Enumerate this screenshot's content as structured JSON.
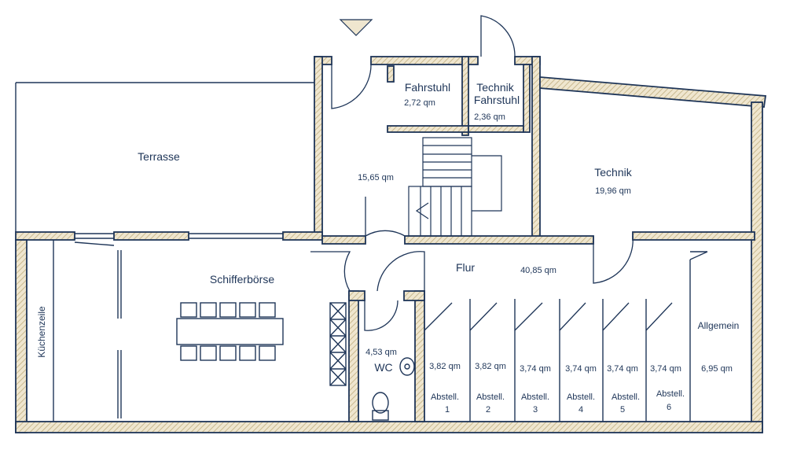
{
  "rooms": {
    "terrasse": {
      "name": "Terrasse"
    },
    "fahrstuhl": {
      "name": "Fahrstuhl",
      "area": "2,72 qm"
    },
    "technik_fahrstuhl": {
      "name_line1": "Technik",
      "name_line2": "Fahrstuhl",
      "area": "2,36 qm"
    },
    "treppenhaus": {
      "area": "15,65 qm"
    },
    "technik": {
      "name": "Technik",
      "area": "19,96 qm"
    },
    "schifferboerse": {
      "name": "Schifferbörse"
    },
    "kuechenzeile": {
      "name": "Küchenzeile"
    },
    "flur": {
      "name": "Flur",
      "area": "40,85 qm"
    },
    "wc": {
      "name": "WC",
      "area": "4,53 qm"
    },
    "allgemein": {
      "name": "Allgemein",
      "area": "6,95 qm"
    },
    "abstell": [
      {
        "name": "Abstell.",
        "number": "1",
        "area": "3,82 qm"
      },
      {
        "name": "Abstell.",
        "number": "2",
        "area": "3,82 qm"
      },
      {
        "name": "Abstell.",
        "number": "3",
        "area": "3,74 qm"
      },
      {
        "name": "Abstell.",
        "number": "4",
        "area": "3,74 qm"
      },
      {
        "name": "Abstell.",
        "number": "5",
        "area": "3,74 qm"
      },
      {
        "name": "Abstell.",
        "number": "6",
        "area": "3,74 qm"
      }
    ]
  },
  "colors": {
    "line": "#1e3558",
    "hatch_fill": "#efe6cf",
    "hatch_line": "#c9b98f",
    "entrance_marker": "#efe6cf"
  },
  "icons": {
    "entrance": "entrance-triangle-icon",
    "toilet": "toilet-icon",
    "sink": "sink-icon",
    "table": "conference-table-icon",
    "shelf": "shelf-icon"
  }
}
